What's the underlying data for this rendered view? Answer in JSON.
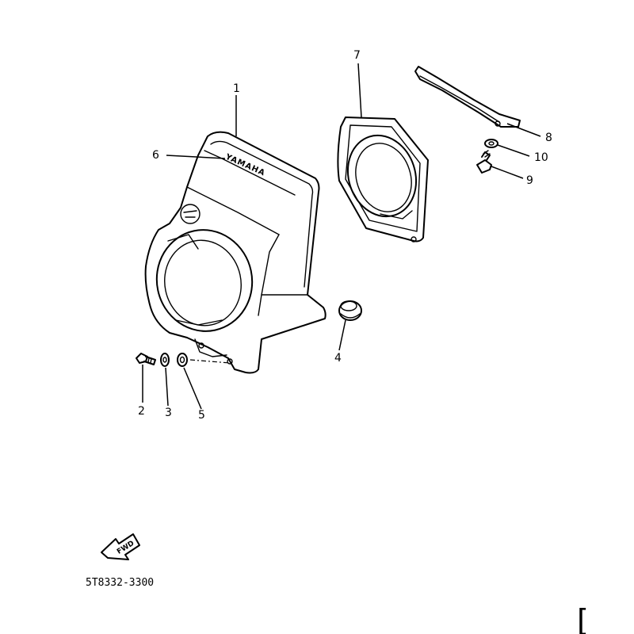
{
  "callouts": {
    "c1": "1",
    "c2": "2",
    "c3": "3",
    "c4": "4",
    "c5": "5",
    "c6": "6",
    "c7": "7",
    "c8": "8",
    "c9": "9",
    "c10": "10"
  },
  "emblem": {
    "text": "YAMAHA"
  },
  "fwd_badge": {
    "text": "FWD"
  },
  "diagram_code": "5T8332-3300",
  "corner_mark": "["
}
